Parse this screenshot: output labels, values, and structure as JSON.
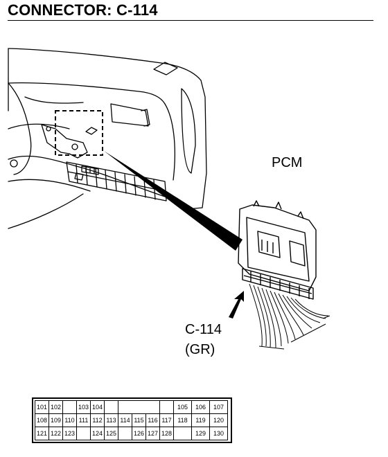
{
  "title": "CONNECTOR: C-114",
  "labels": {
    "pcm": "PCM",
    "connector_id": "C-114",
    "connector_color": "(GR)"
  },
  "pin_rows": [
    [
      "101",
      "102",
      "",
      "103",
      "104",
      "",
      "",
      "",
      "",
      "",
      "105",
      "106",
      "107"
    ],
    [
      "108",
      "109",
      "110",
      "111",
      "112",
      "113",
      "114",
      "115",
      "116",
      "117",
      "118",
      "119",
      "120"
    ],
    [
      "121",
      "122",
      "123",
      "",
      "124",
      "125",
      "",
      "126",
      "127",
      "128",
      "",
      "129",
      "130"
    ]
  ]
}
